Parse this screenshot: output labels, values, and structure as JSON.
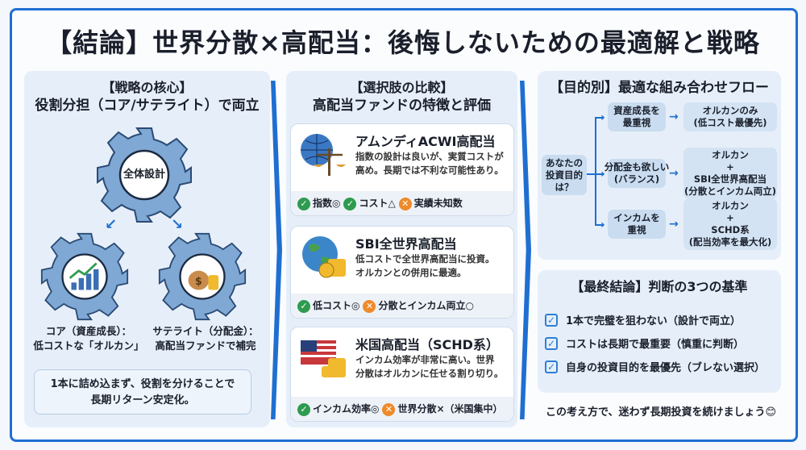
{
  "title": "【結論】世界分散×高配当：後悔しないための最適解と戦略",
  "left": {
    "heading1": "【戦略の核心】",
    "heading2": "役割分担（コア/サテライト）で両立",
    "center_gear": "全体設計",
    "core_caption1": "コア（資産成長）：",
    "core_caption2": "低コストな「オルカン」",
    "satellite_caption1": "サテライト（分配金）：",
    "satellite_caption2": "高配当ファンドで補完",
    "note1": "1本に詰め込まず、役割を分けることで",
    "note2": "長期リターン安定化。"
  },
  "middle": {
    "heading1": "【選択肢の比較】",
    "heading2": "高配当ファンドの特徴と評価",
    "cards": [
      {
        "name": "アムンディACWI高配当",
        "desc1": "指数の設計は良いが、実質コストが",
        "desc2": "高め。長期では不利な可能性あり。",
        "icon": "globe-scale-icon",
        "tags": [
          {
            "type": "ok",
            "label": "指数◎"
          },
          {
            "type": "ok",
            "label": "コスト△"
          },
          {
            "type": "ng",
            "label": "実績未知数"
          }
        ]
      },
      {
        "name": "SBI全世界高配当",
        "desc1": "低コストで全世界高配当に投資。",
        "desc2": "オルカンとの併用に最適。",
        "icon": "earth-coins-icon",
        "tags": [
          {
            "type": "ok",
            "label": "低コスト◎"
          },
          {
            "type": "ng",
            "label": "分散とインカム両立○"
          }
        ]
      },
      {
        "name": "米国高配当（SCHD系）",
        "desc1": "インカム効率が非常に高い。世界",
        "desc2": "分散はオルカンに任せる割り切り。",
        "icon": "us-flag-coins-icon",
        "tags": [
          {
            "type": "ok",
            "label": "インカム効率◎"
          },
          {
            "type": "ng",
            "label": "世界分散×（米国集中）"
          }
        ]
      }
    ]
  },
  "flow": {
    "heading": "【目的別】最適な組み合わせフロー",
    "start1": "あなたの",
    "start2": "投資目的",
    "start3": "は？",
    "branches": [
      {
        "cond1": "資産成長を",
        "cond2": "最重視",
        "res": [
          "オルカンのみ",
          "(低コスト最優先)"
        ]
      },
      {
        "cond1": "分配金も欲しい",
        "cond2": "(バランス)",
        "res": [
          "オルカン",
          "+",
          "SBI全世界高配当",
          "(分散とインカム両立)"
        ]
      },
      {
        "cond1": "インカムを",
        "cond2": "重視",
        "res": [
          "オルカン",
          "+",
          "SCHD系",
          "(配当効率を最大化)"
        ]
      }
    ]
  },
  "final": {
    "heading": "【最終結論】判断の3つの基準",
    "items": [
      "1本で完璧を狙わない（設計で両立）",
      "コストは長期で最重要（慎重に判断）",
      "自身の投資目的を最優先（ブレない選択）"
    ],
    "footer": "この考え方で、迷わず長期投資を続けましょう😊"
  },
  "colors": {
    "accent": "#1f6fd1",
    "gear": "#7fa8d4",
    "ok": "#2e9b4f",
    "ng": "#ef8a2a"
  }
}
